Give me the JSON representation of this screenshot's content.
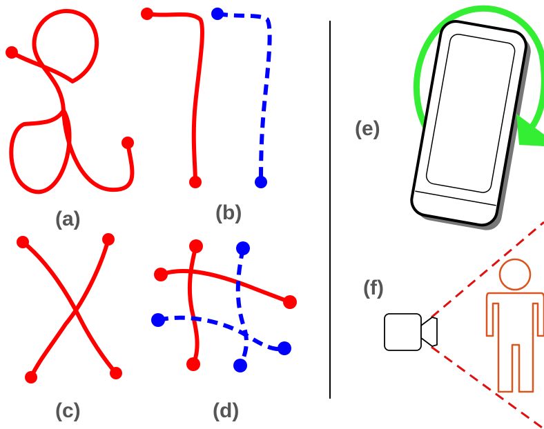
{
  "labels": {
    "a": "(a)",
    "b": "(b)",
    "c": "(c)",
    "d": "(d)",
    "e": "(e)",
    "f": "(f)"
  },
  "colors": {
    "red_trajectory": "#ff0000",
    "blue_trajectory": "#0000ff",
    "rotation_arrow": "#33ee33",
    "person_outline": "#d9541e",
    "camera_outline": "#000000",
    "field_of_view": "#e01010",
    "label_text": "#555555",
    "divider": "#000000"
  },
  "icons": {
    "phone": "phone-icon",
    "rotation": "rotate-arrow-icon",
    "camera": "video-camera-icon",
    "person": "person-icon"
  }
}
